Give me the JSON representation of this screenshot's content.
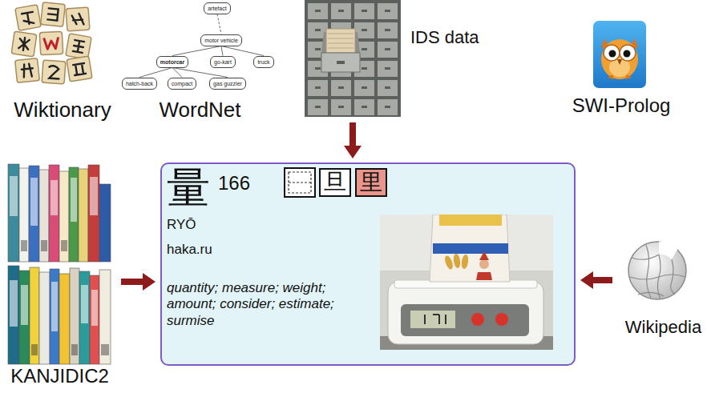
{
  "diagram": {
    "nodes": [
      {
        "text": [
          "Wiktionary"
        ]
      },
      {
        "text": [
          "WordNet"
        ]
      },
      {
        "text": [
          "artefact"
        ],
        "in": 1
      },
      {
        "text": [
          "motor vehicle"
        ],
        "in": 1
      },
      {
        "text": [
          "motorcar"
        ],
        "in": 1
      },
      {
        "text": [
          "go-kart"
        ],
        "in": 1
      },
      {
        "text": [
          "truck"
        ],
        "in": 1
      },
      {
        "text": [
          "hatch-back"
        ],
        "in": 1
      },
      {
        "text": [
          "compact"
        ],
        "in": 1
      },
      {
        "text": [
          "gas guzzler"
        ],
        "in": 1
      },
      {
        "text": [
          "IDS data"
        ]
      },
      {
        "text": [
          "SWI-Prolog"
        ]
      },
      {
        "text": [
          "KANJIDIC2"
        ]
      },
      {
        "text": [
          "量",
          "166",
          "RYŌ",
          "haka.ru",
          "quantity; measure; weight; amount; consider; estimate; surmise"
        ]
      },
      {
        "text": [
          "旦"
        ],
        "in": 13
      },
      {
        "text": [
          "里"
        ],
        "in": 13
      },
      {
        "text": [
          "Wikipedia"
        ]
      }
    ],
    "edges": [
      {
        "from": 2,
        "to": 3,
        "arrow": "none"
      },
      {
        "from": 3,
        "to": 4,
        "arrow": "none"
      },
      {
        "from": 3,
        "to": 5,
        "arrow": "none"
      },
      {
        "from": 3,
        "to": 6,
        "arrow": "none"
      },
      {
        "from": 4,
        "to": 7,
        "arrow": "none"
      },
      {
        "from": 4,
        "to": 8,
        "arrow": "none"
      },
      {
        "from": 4,
        "to": 9,
        "arrow": "none"
      },
      {
        "from": 10,
        "to": 13,
        "arrow": "to"
      },
      {
        "from": 12,
        "to": 13,
        "arrow": "to"
      },
      {
        "from": 16,
        "to": 13,
        "arrow": "to"
      }
    ]
  }
}
